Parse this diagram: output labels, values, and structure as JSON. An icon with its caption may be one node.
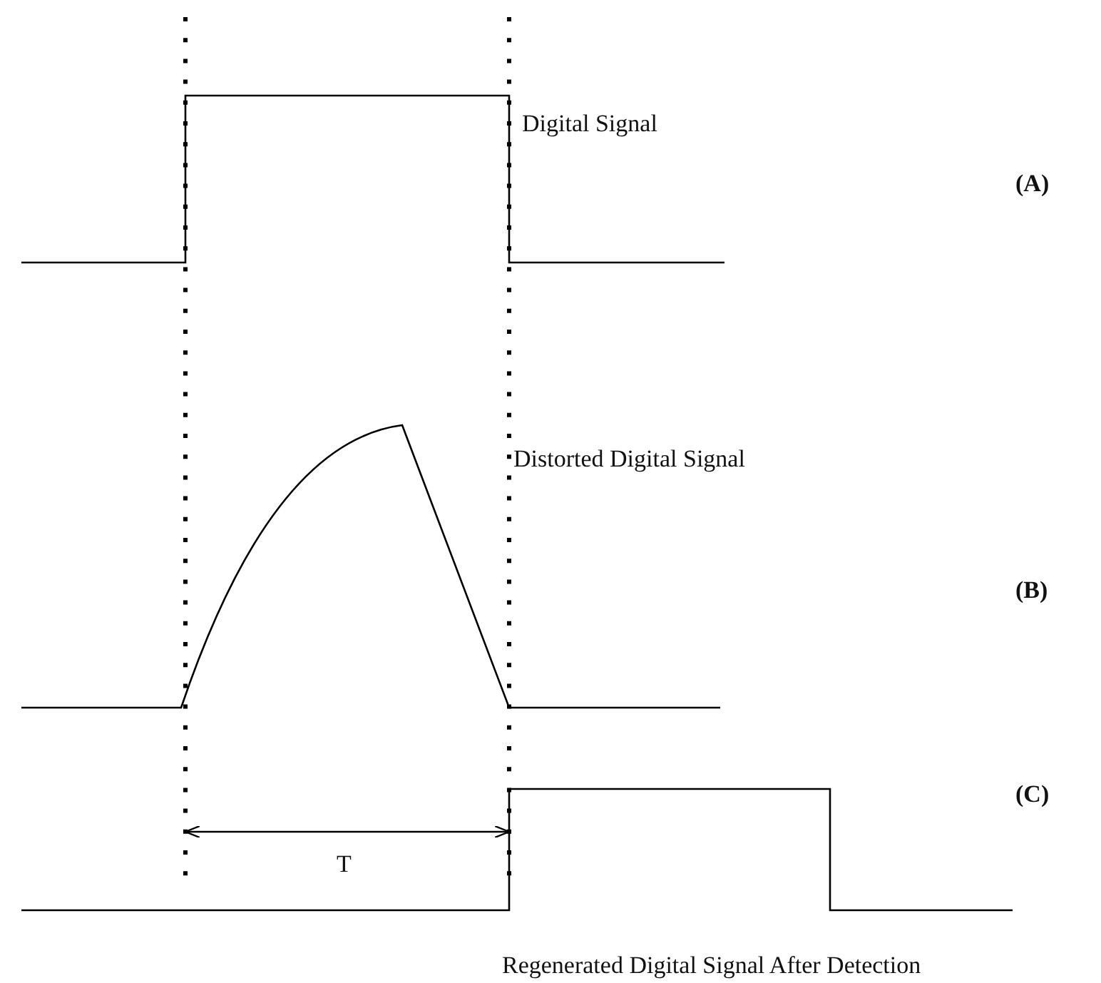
{
  "diagram": {
    "labels": [
      "Digital Signal",
      "(A)",
      "Distorted Digital Signal",
      "(B)",
      "T",
      "(C)",
      "Regenerated Digital Signal After Detection"
    ]
  }
}
